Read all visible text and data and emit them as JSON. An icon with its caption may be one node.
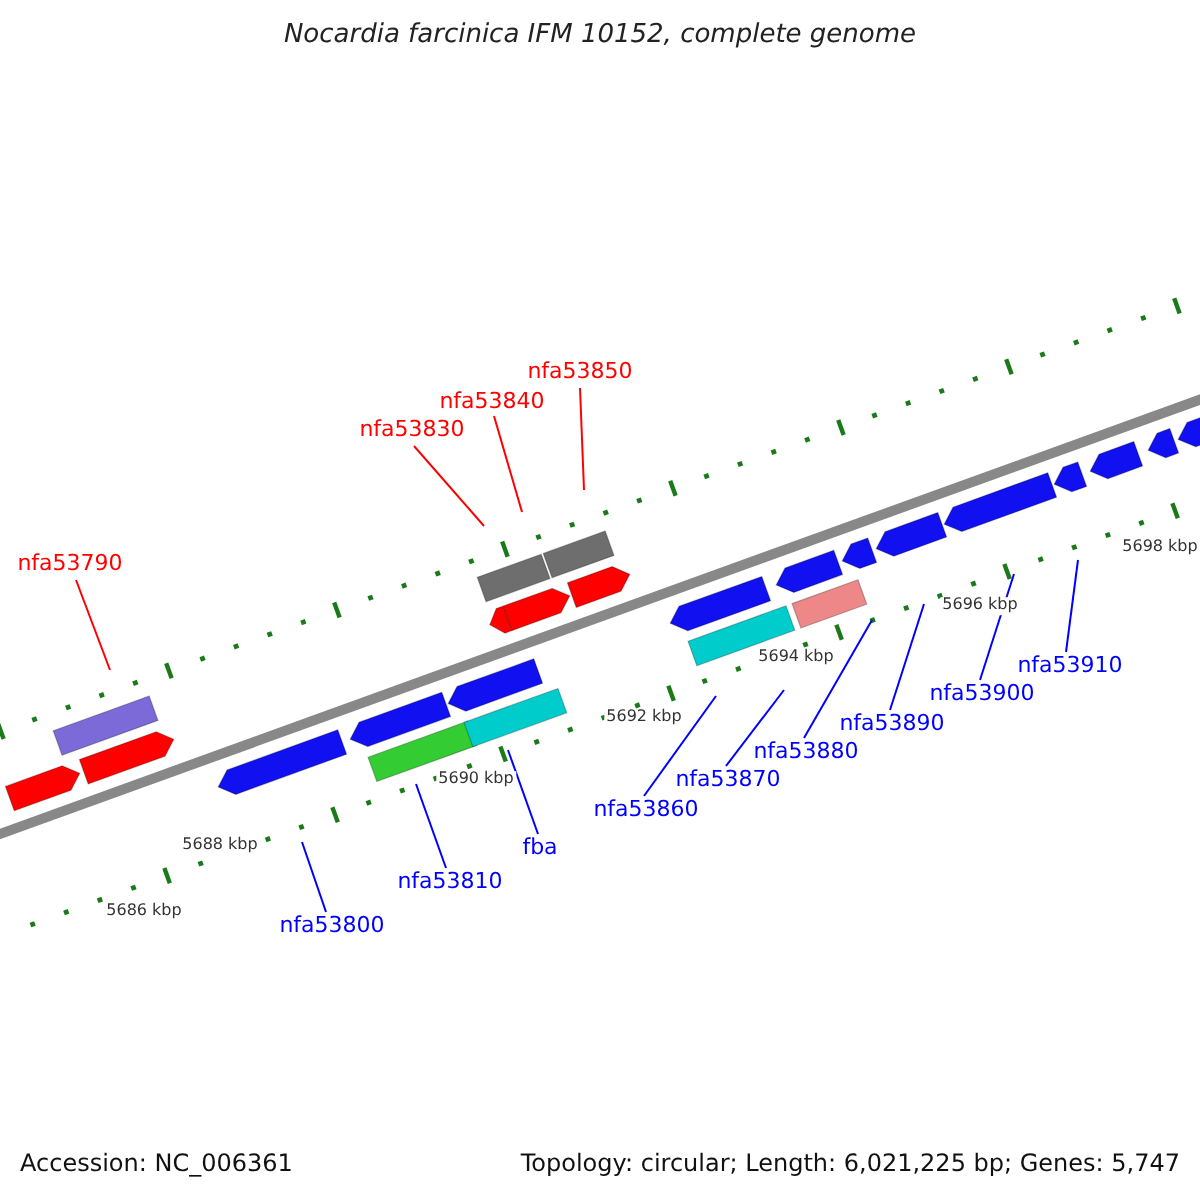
{
  "diagram": {
    "title": "Nocardia farcinica IFM 10152, complete genome",
    "nodes": [
      {
        "text": [
          "nfa53850"
        ]
      },
      {
        "text": [
          "nfa53840"
        ]
      },
      {
        "text": [
          "nfa53830"
        ]
      },
      {
        "text": [
          "nfa53790"
        ]
      },
      {
        "text": [
          "nfa53910"
        ]
      },
      {
        "text": [
          "nfa53900"
        ]
      },
      {
        "text": [
          "nfa53890"
        ]
      },
      {
        "text": [
          "nfa53880"
        ]
      },
      {
        "text": [
          "nfa53870"
        ]
      },
      {
        "text": [
          "nfa53860"
        ]
      },
      {
        "text": [
          "fba"
        ]
      },
      {
        "text": [
          "nfa53810"
        ]
      },
      {
        "text": [
          "nfa53800"
        ]
      }
    ],
    "edges": [
      {
        "from": 0,
        "to": null,
        "arrow": "none",
        "color": "#ff0000"
      },
      {
        "from": 1,
        "to": null,
        "arrow": "none",
        "color": "#ff0000"
      },
      {
        "from": 2,
        "to": null,
        "arrow": "none",
        "color": "#ff0000"
      },
      {
        "from": 3,
        "to": null,
        "arrow": "none",
        "color": "#ff0000"
      },
      {
        "from": 4,
        "to": null,
        "arrow": "none"
      },
      {
        "from": 5,
        "to": null,
        "arrow": "none"
      },
      {
        "from": 6,
        "to": null,
        "arrow": "none"
      },
      {
        "from": 7,
        "to": null,
        "arrow": "none"
      },
      {
        "from": 8,
        "to": null,
        "arrow": "none"
      },
      {
        "from": 9,
        "to": null,
        "arrow": "none"
      },
      {
        "from": 10,
        "to": null,
        "arrow": "none"
      },
      {
        "from": 11,
        "to": null,
        "arrow": "none"
      },
      {
        "from": 12,
        "to": null,
        "arrow": "none"
      }
    ],
    "labels": [
      "5698 kbp",
      "5696 kbp",
      "5694 kbp",
      "5692 kbp",
      "5690 kbp",
      "5688 kbp",
      "5686 kbp",
      "Accession: NC_006361",
      "Topology: circular; Length: 6,021,225 bp; Genes: 5,747"
    ]
  }
}
